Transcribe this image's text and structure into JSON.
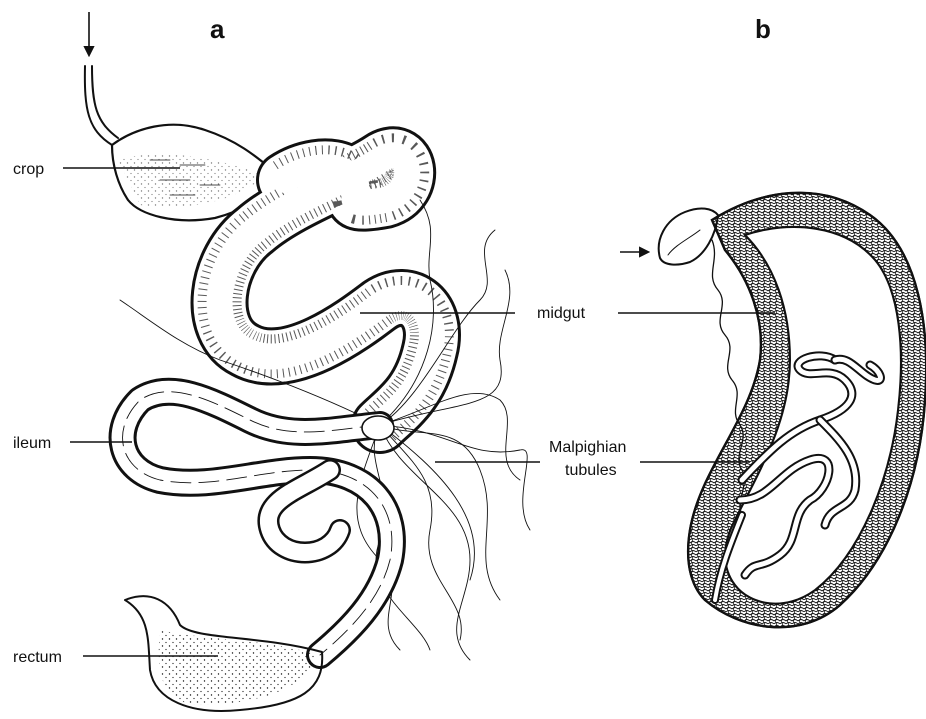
{
  "panels": {
    "a": "a",
    "b": "b"
  },
  "labels": {
    "crop": "crop",
    "midgut": "midgut",
    "ileum": "ileum",
    "malpighian_line1": "Malpighian",
    "malpighian_line2": "tubules",
    "rectum": "rectum"
  },
  "colors": {
    "ink": "#111111",
    "background": "#ffffff"
  }
}
